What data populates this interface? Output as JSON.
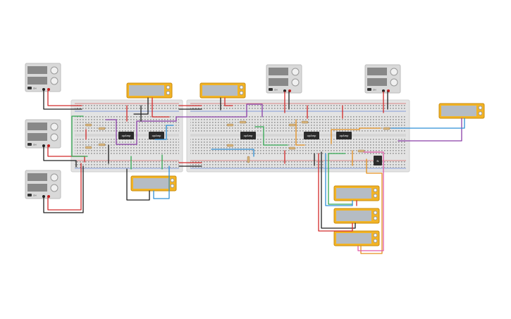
{
  "canvas": {
    "background": "#ffffff"
  },
  "colors": {
    "breadboard": "#e3e3e3",
    "breadboard_edge": "#cfcfcf",
    "hole": "#6a6a6a",
    "rail_red": "#d22a2a",
    "rail_blue": "#2a5bd2",
    "supply_body": "#d9d9d9",
    "supply_screen": "#888888",
    "meter_body": "#f2b324",
    "meter_screen": "#b5bcc4",
    "wire_red": "#d22a2a",
    "wire_black": "#202020",
    "wire_purple": "#8a3fa8",
    "wire_blue": "#2f8fd6",
    "wire_green": "#32a852",
    "wire_orange": "#e5901e",
    "wire_pink": "#e05aa8",
    "chip": "#2b2b2b"
  },
  "icons": {
    "supply_knob": "knob-icon",
    "supply_switch": "power-switch-icon",
    "probe": "probe-terminal-icon",
    "chip": "ic-chip-icon",
    "resistor": "resistor-icon"
  },
  "chips": [
    {
      "label": "opAmp"
    },
    {
      "label": "opAmp"
    },
    {
      "label": "opAmp"
    },
    {
      "label": "opAmp"
    },
    {
      "label": "opAmp"
    },
    {
      "label": "N"
    }
  ],
  "supplies": [
    {
      "switch_label": "ON"
    },
    {
      "switch_label": "ON"
    },
    {
      "switch_label": "ON"
    },
    {
      "switch_label": "ON"
    },
    {
      "switch_label": "ON"
    }
  ],
  "meters_count": 7
}
